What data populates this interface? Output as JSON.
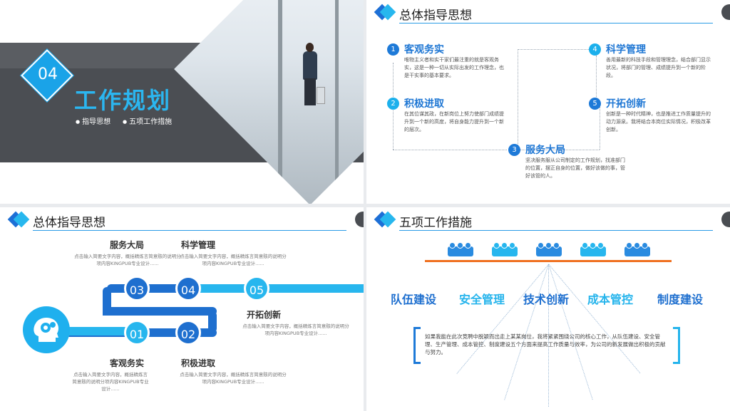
{
  "slide1": {
    "number": "04",
    "title": "工作规划",
    "subitems": [
      "指导思想",
      "五项工作措施"
    ]
  },
  "slide2": {
    "title": "总体指导思想",
    "points": [
      {
        "num": "1",
        "heading": "客观务实",
        "body": "唯物主义者和实干家们最注重的就是客观务实，这是一种一切从实际出发的工作理念，也是干实事的基本要求。"
      },
      {
        "num": "2",
        "heading": "积极进取",
        "body": "在其位谋其政，在新岗位上努力使部门成绩提升到一个新的高度，将自身能力提升到一个新的层次。"
      },
      {
        "num": "3",
        "heading": "服务大局",
        "body": "坚决服务服从公司制定的工作规划，找准部门的位置，摆正自身的位置，做好该做的事，管好该管的人。"
      },
      {
        "num": "4",
        "heading": "科学管理",
        "body": "善用最新的科技手段和管理理念，结合部门显示状况，将部门的管理、成绩提升到一个新的阶段。"
      },
      {
        "num": "5",
        "heading": "开拓创新",
        "body": "创新是一种时代精神，也是推进工作质量提升的动力源泉。我将结合本岗位实际情况，积极改革创新。"
      }
    ]
  },
  "slide3": {
    "title": "总体指导思想",
    "items": [
      {
        "num": "01",
        "label": "客观务实",
        "text": "点击输入简要文字内容，概括精炼言简意赅的说明分项内容KINGPUB专业设计......"
      },
      {
        "num": "02",
        "label": "积极进取",
        "text": "点击输入简要文字内容，概括精炼言简意赅的说明分项内容KINGPUB专业设计......"
      },
      {
        "num": "03",
        "label": "服务大局",
        "text": "点击输入简要文字内容，概括精炼言简意赅的说明分项内容KINGPUB专业设计......"
      },
      {
        "num": "04",
        "label": "科学管理",
        "text": "点击输入简要文字内容，概括精炼言简意赅的说明分项内容KINGPUB专业设计......"
      },
      {
        "num": "05",
        "label": "开拓创新",
        "text": "点击输入简要文字内容，概括精炼言简意赅的说明分项内容KINGPUB专业设计......"
      }
    ]
  },
  "slide4": {
    "title": "五项工作措施",
    "measures": [
      "队伍建设",
      "安全管理",
      "技术创新",
      "成本管控",
      "制度建设"
    ],
    "paragraph": "如果我能在此次竞聘中脱颖而出走上某某岗位，我将紧紧围绕公司的核心工作，从队伍建设、安全管理、生产管理、成本管控、制度建设五个方面来提高工作质量与效率，为公司的新发展做出积极的贡献与努力。"
  },
  "colors": {
    "accent_dark": "#1e6fcf",
    "accent_light": "#27b6ee",
    "band": "#4b4e53",
    "orange": "#f07020"
  }
}
